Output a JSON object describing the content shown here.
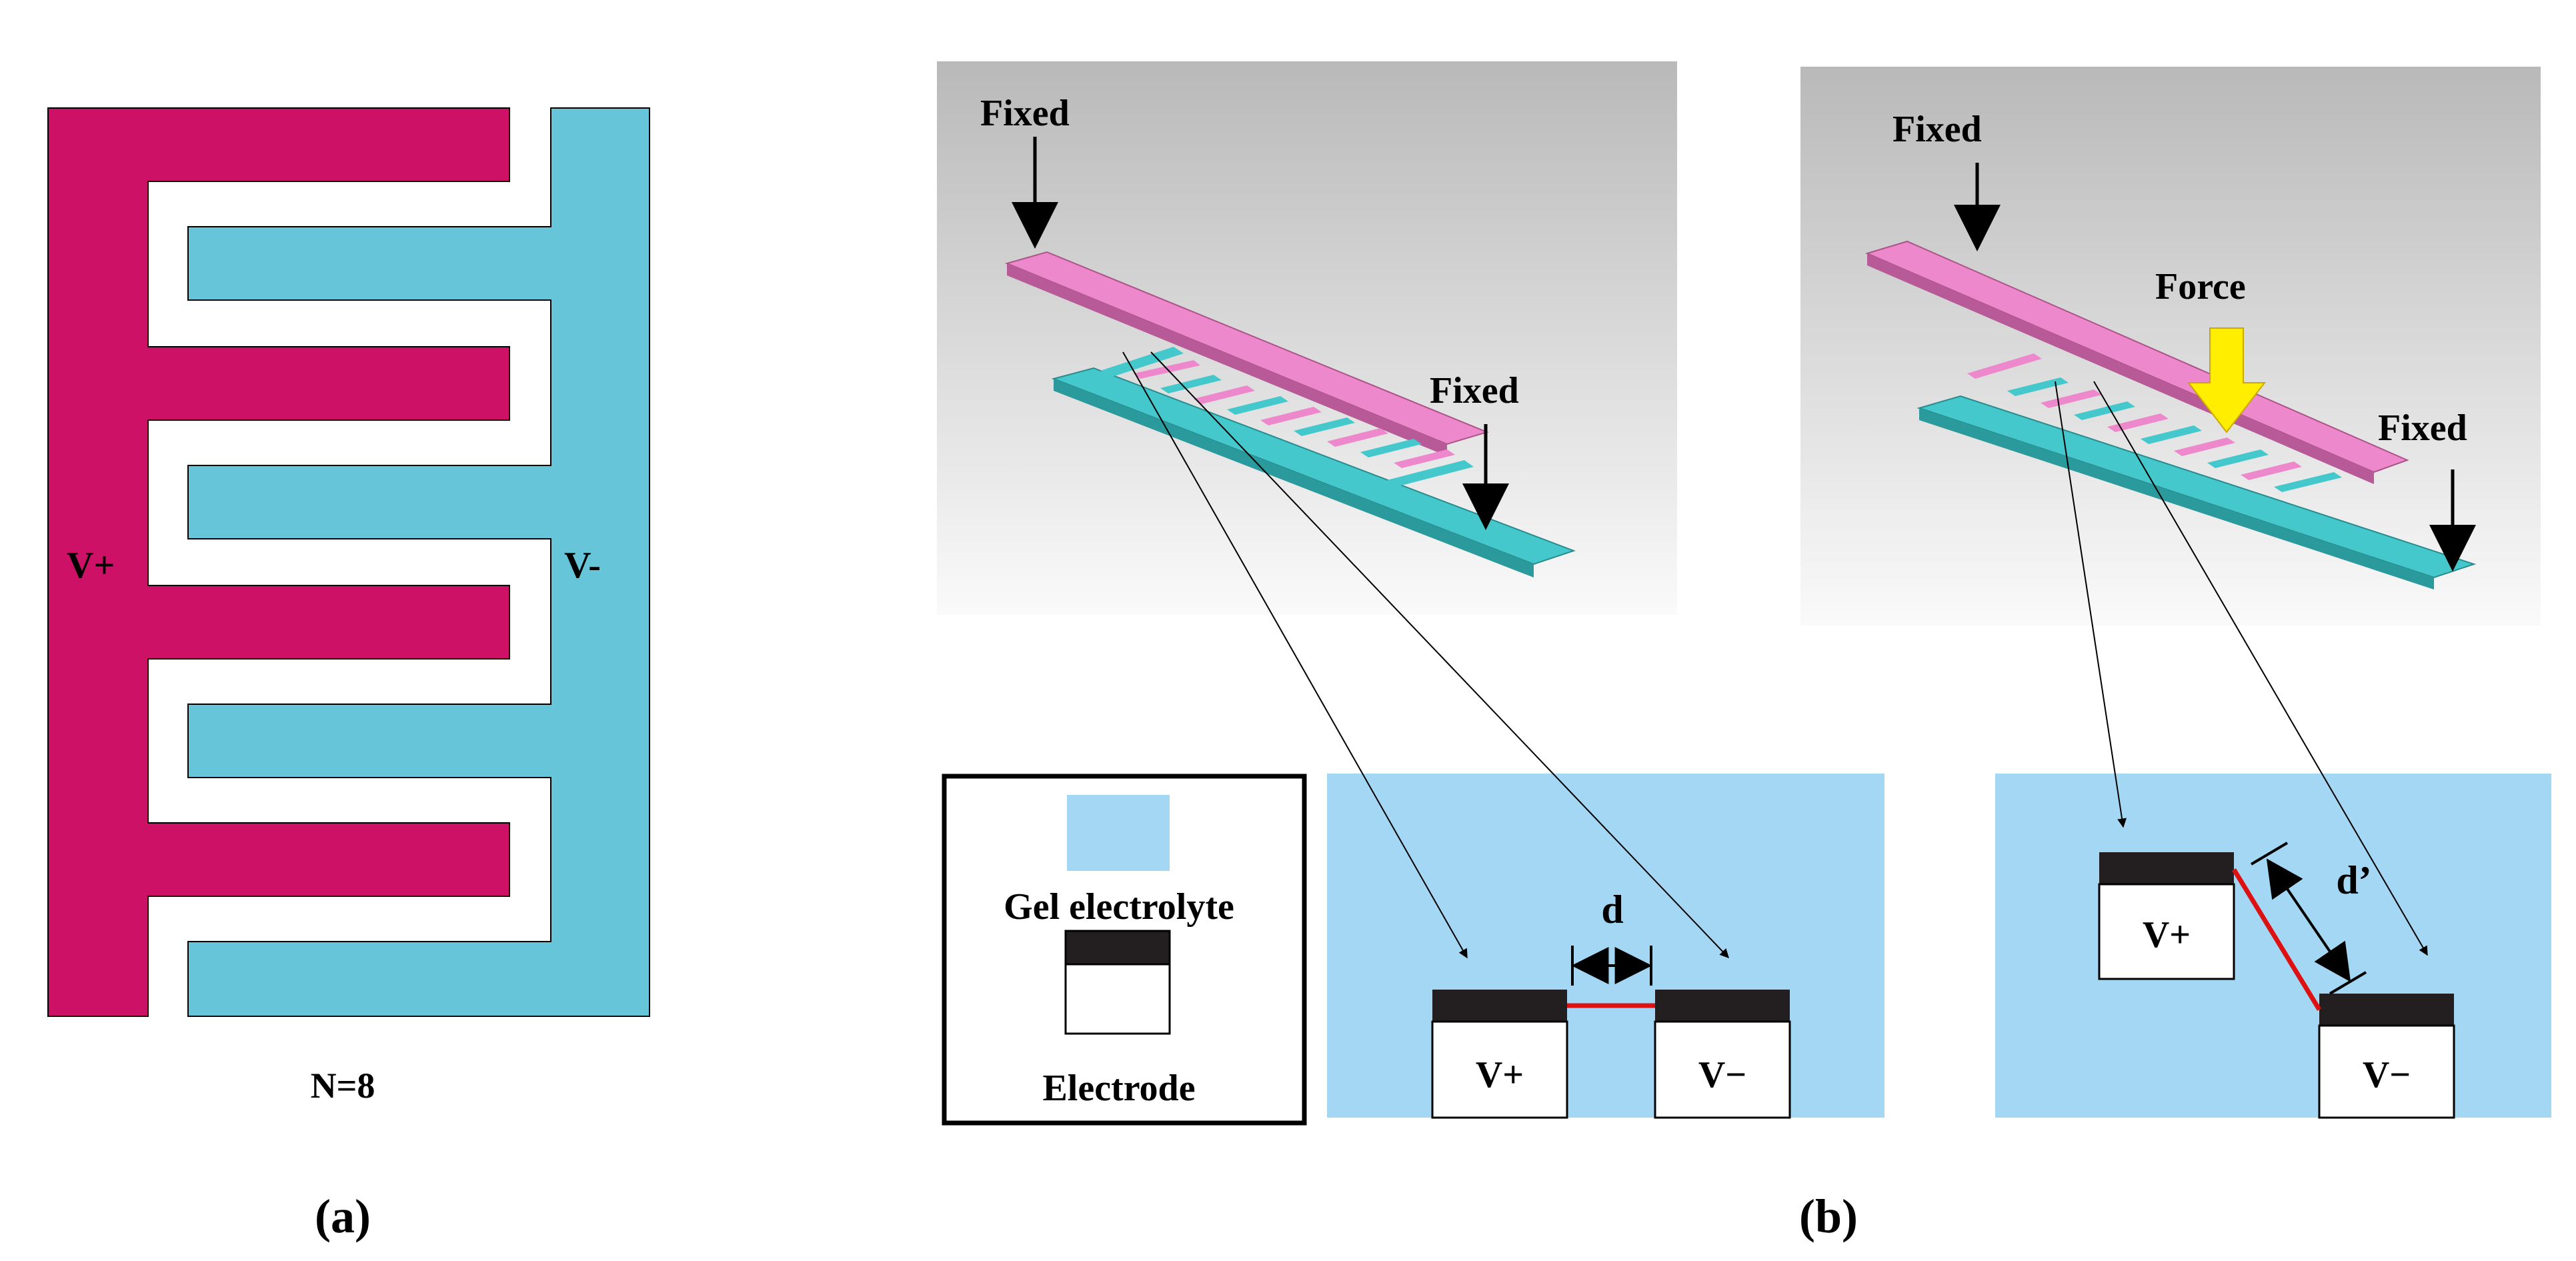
{
  "colors": {
    "v_plus_electrode": "#cc1166",
    "v_minus_electrode": "#66c5d8",
    "top_beam": "#ee88cc",
    "bottom_beam": "#44c8cc",
    "gel_electrolyte": "#a3d7f3",
    "electrode_cap": "#231f20",
    "force_arrow": "#ffee00",
    "gap_line": "#dd1111"
  },
  "panel_a": {
    "v_plus": "V+",
    "v_minus": "V-",
    "n_label": "N=8",
    "caption": "(a)"
  },
  "panel_b": {
    "caption": "(b)",
    "left_render": {
      "fixed_top": "Fixed",
      "fixed_right": "Fixed"
    },
    "right_render": {
      "fixed_top": "Fixed",
      "force": "Force",
      "fixed_right": "Fixed"
    },
    "legend": {
      "gel": "Gel electrolyte",
      "electrode": "Electrode"
    },
    "rest_state": {
      "v_plus": "V+",
      "v_minus": "V−",
      "gap": "d"
    },
    "pressed_state": {
      "v_plus": "V+",
      "v_minus": "V−",
      "gap": "d’"
    }
  }
}
